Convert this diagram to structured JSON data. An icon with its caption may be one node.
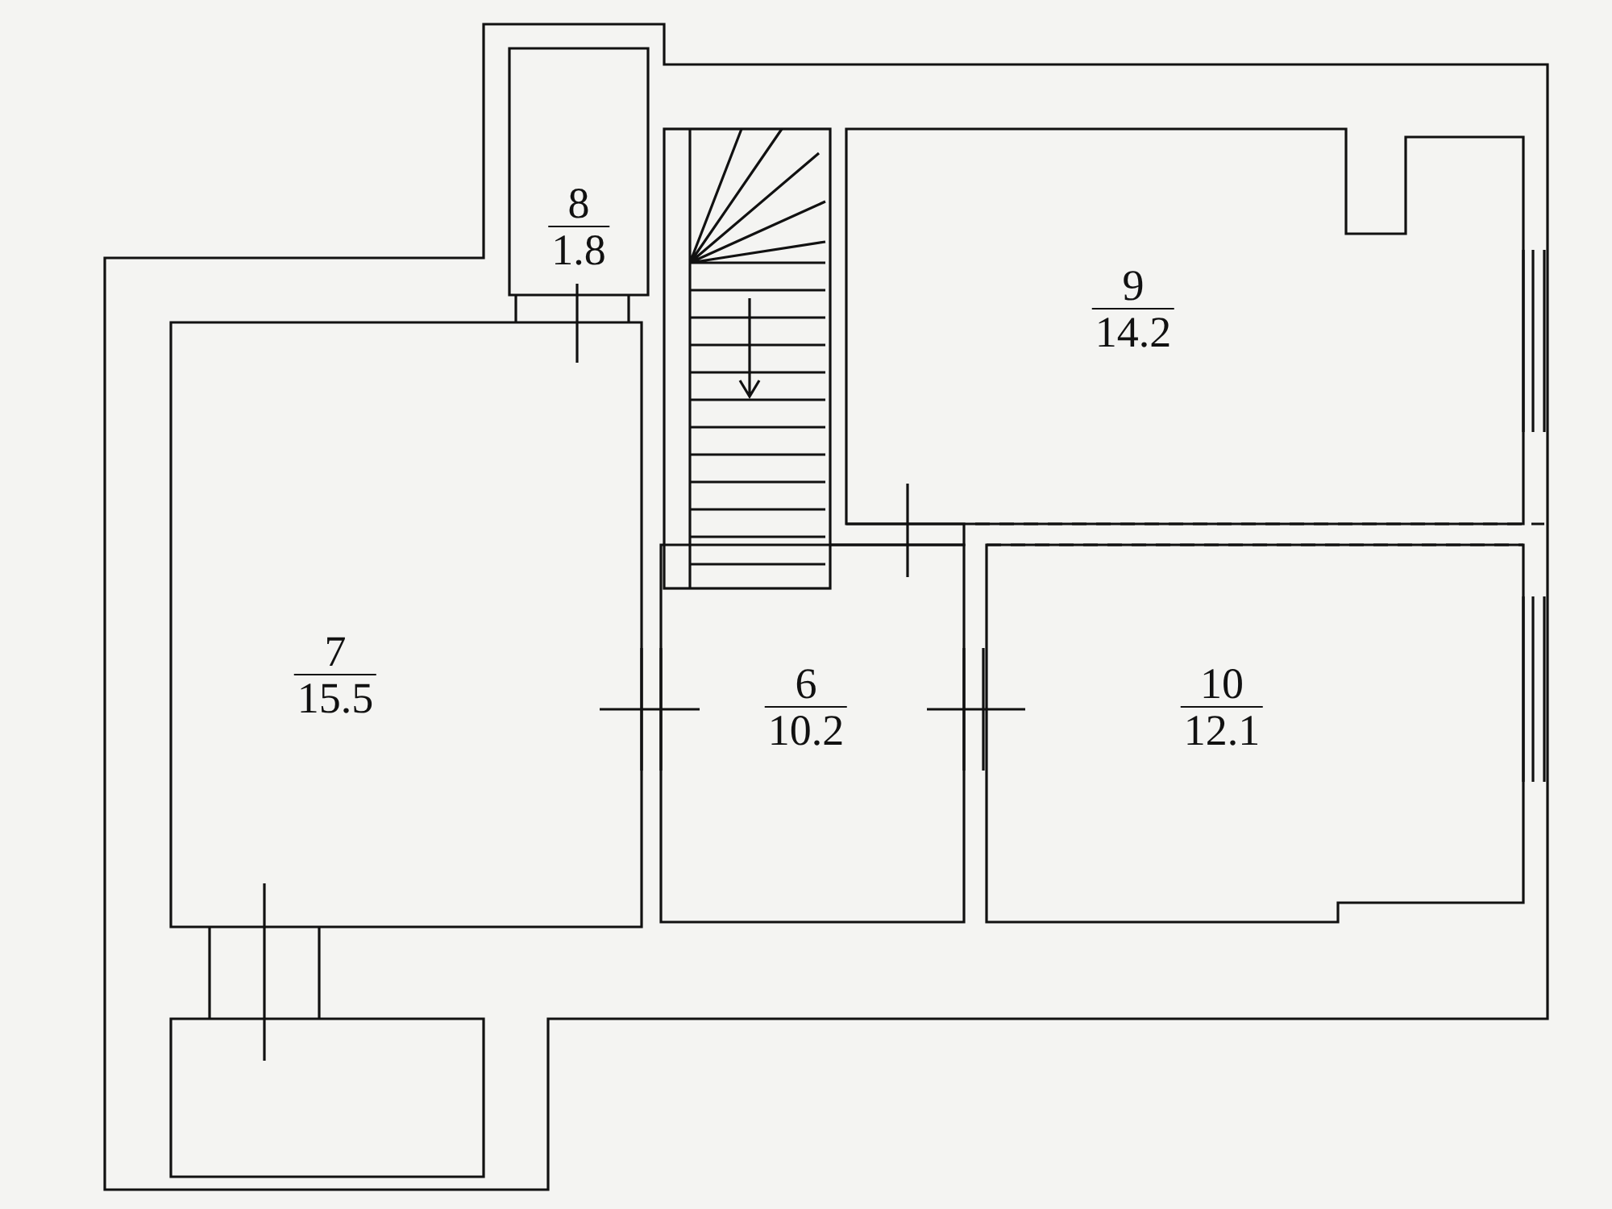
{
  "diagram": {
    "nodes": [
      {
        "text": [
          "8",
          "1.8"
        ]
      },
      {
        "text": [
          "9",
          "14.2"
        ]
      },
      {
        "text": [
          "7",
          "15.5"
        ]
      },
      {
        "text": [
          "6",
          "10.2"
        ]
      },
      {
        "text": [
          "10",
          "12.1"
        ]
      },
      {
        "text": [],
        "shape": "box"
      }
    ]
  }
}
